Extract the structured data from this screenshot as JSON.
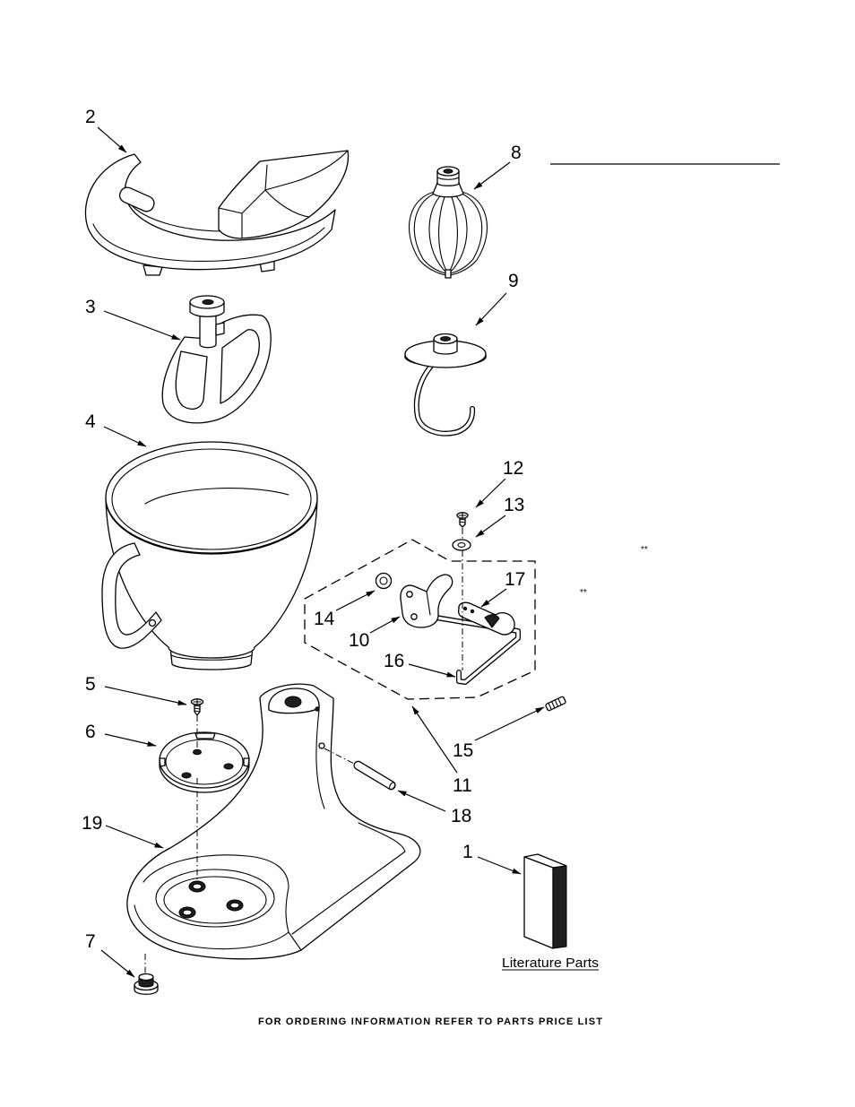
{
  "callouts": {
    "part_1": "1",
    "part_2": "2",
    "part_3": "3",
    "part_4": "4",
    "part_5": "5",
    "part_6": "6",
    "part_7": "7",
    "part_8": "8",
    "part_9": "9",
    "part_10": "10",
    "part_11": "11",
    "part_12": "12",
    "part_13": "13",
    "part_14": "14",
    "part_15": "15",
    "part_16": "16",
    "part_17": "17",
    "part_18": "18",
    "part_19": "19"
  },
  "notes": {
    "mark_a": "**",
    "mark_b": "**"
  },
  "literature_label": "Literature Parts",
  "footer": "FOR ORDERING INFORMATION REFER TO PARTS PRICE LIST",
  "colors": {
    "ink": "#000000",
    "paper": "#ffffff"
  }
}
